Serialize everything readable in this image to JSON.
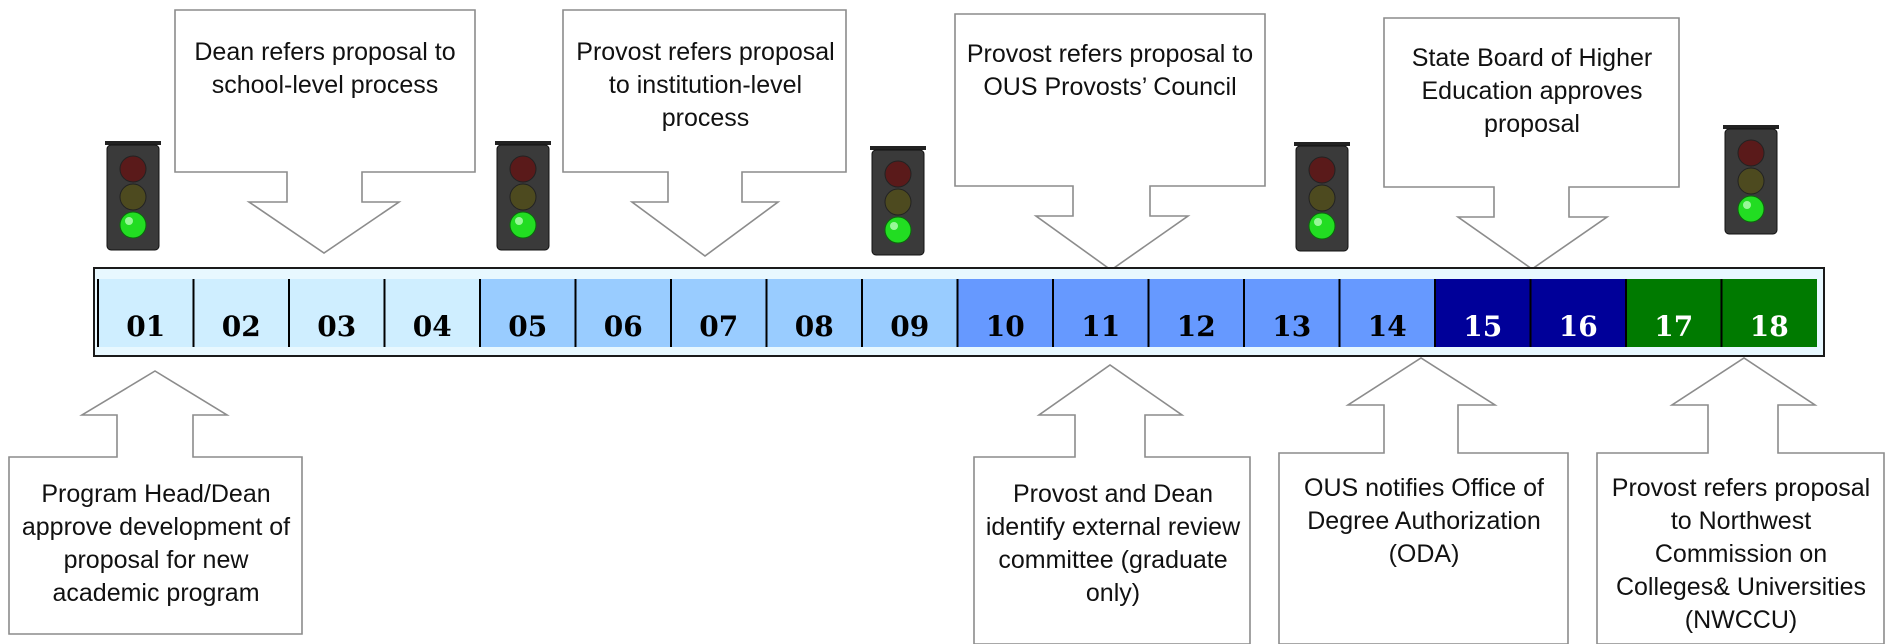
{
  "timeline": {
    "steps": [
      {
        "label": "01",
        "fill": "#cfeeff",
        "text_color": "#000000"
      },
      {
        "label": "02",
        "fill": "#cfeeff",
        "text_color": "#000000"
      },
      {
        "label": "03",
        "fill": "#cfeeff",
        "text_color": "#000000"
      },
      {
        "label": "04",
        "fill": "#cfeeff",
        "text_color": "#000000"
      },
      {
        "label": "05",
        "fill": "#99ccff",
        "text_color": "#000000"
      },
      {
        "label": "06",
        "fill": "#99ccff",
        "text_color": "#000000"
      },
      {
        "label": "07",
        "fill": "#99ccff",
        "text_color": "#000000"
      },
      {
        "label": "08",
        "fill": "#99ccff",
        "text_color": "#000000"
      },
      {
        "label": "09",
        "fill": "#99ccff",
        "text_color": "#000000"
      },
      {
        "label": "10",
        "fill": "#6699ff",
        "text_color": "#000000"
      },
      {
        "label": "11",
        "fill": "#6699ff",
        "text_color": "#000000"
      },
      {
        "label": "12",
        "fill": "#6699ff",
        "text_color": "#000000"
      },
      {
        "label": "13",
        "fill": "#6699ff",
        "text_color": "#000000"
      },
      {
        "label": "14",
        "fill": "#6699ff",
        "text_color": "#000000"
      },
      {
        "label": "15",
        "fill": "#000099",
        "text_color": "#ffffff"
      },
      {
        "label": "16",
        "fill": "#000099",
        "text_color": "#ffffff"
      },
      {
        "label": "17",
        "fill": "#007a00",
        "text_color": "#ffffff"
      },
      {
        "label": "18",
        "fill": "#007a00",
        "text_color": "#ffffff"
      }
    ]
  },
  "callouts_above": [
    {
      "id": "dean-refers",
      "text": "Dean refers proposal to school-level process"
    },
    {
      "id": "provost-refers-institution",
      "text": "Provost refers proposal to institution-level process"
    },
    {
      "id": "provost-refers-council",
      "text": "Provost refers proposal to OUS Provosts’ Council"
    },
    {
      "id": "state-board",
      "text": "State Board of Higher Education approves proposal"
    }
  ],
  "callouts_below": [
    {
      "id": "program-head",
      "text": "Program Head/Dean approve development of proposal for new academic program"
    },
    {
      "id": "external-review",
      "text": "Provost and Dean identify external review committee (graduate only)"
    },
    {
      "id": "ous-notifies",
      "text": "OUS notifies Office of Degree Authorization (ODA)"
    },
    {
      "id": "nwccu",
      "text": "Provost refers proposal to Northwest Commission on Colleges& Universities (NWCCU)"
    }
  ],
  "traffic_lights": {
    "count": 5,
    "active_light": "green",
    "colors": {
      "housing": "#3a3a3a",
      "red_off": "#5a1a1a",
      "yellow_off": "#4d4a1f",
      "green_on": "#22dd22"
    }
  },
  "colors": {
    "callout_stroke": "#8c8c8c",
    "band_border": "#1a1a1a",
    "band_frame": "#e8f8ff"
  }
}
